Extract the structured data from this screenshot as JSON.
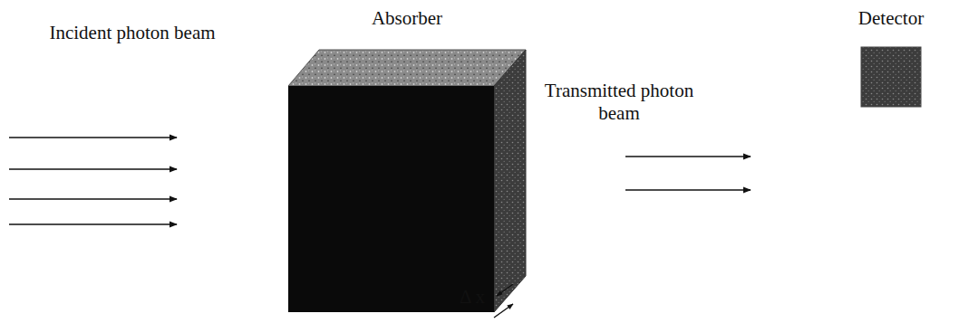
{
  "diagram": {
    "labels": [
      "Absorber",
      "Incident photon beam",
      "Transmitted photon beam",
      "Detector",
      "Δ x"
    ]
  }
}
